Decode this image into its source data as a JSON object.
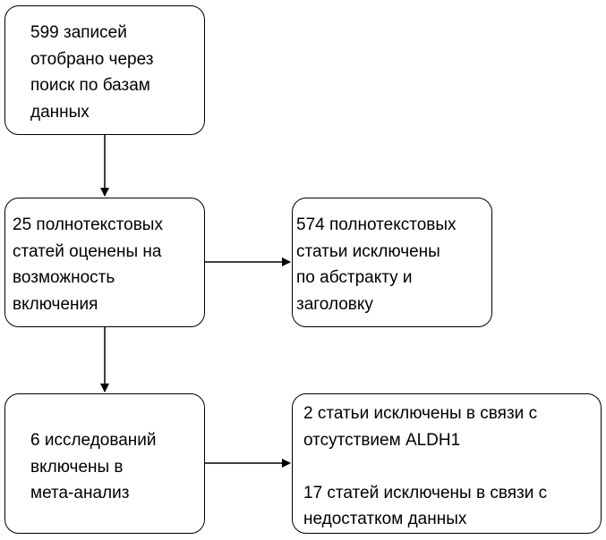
{
  "flowchart": {
    "records_identified": "599 записей\nотобрано через\nпоиск по базам\nданных",
    "fulltext_assessed": "25 полнотекстовых\nстатей оценены на\nвозможность\nвключения",
    "excluded_by_abstract": "574 полнотекстовых\nстатьи исключены\nпо абстракту и\nзаголовку",
    "studies_included": "6 исследований\nвключены в\nмета-анализ",
    "excluded_reasons": "2 статьи исключены в связи с\nотсутствием ALDH1\n\n17 статей исключены в связи с\nнедостатком данных"
  }
}
